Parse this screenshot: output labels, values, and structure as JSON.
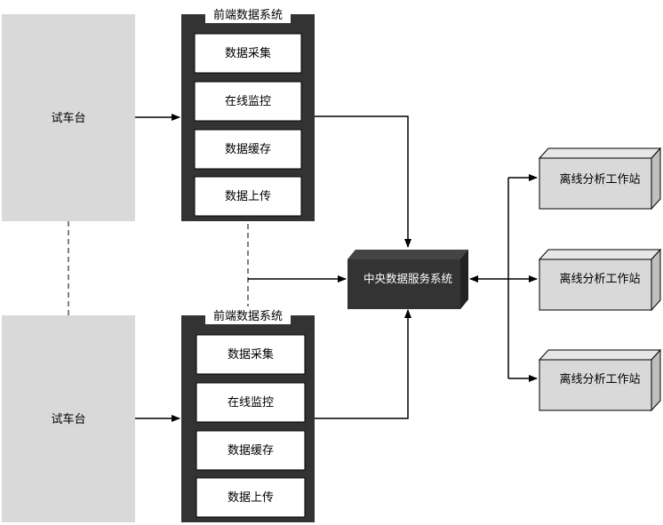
{
  "test_benches": [
    {
      "label": "试车台"
    },
    {
      "label": "试车台"
    }
  ],
  "frontend_systems": [
    {
      "title": "前端数据系统",
      "modules": [
        "数据采集",
        "在线监控",
        "数据缓存",
        "数据上传"
      ]
    },
    {
      "title": "前端数据系统",
      "modules": [
        "数据采集",
        "在线监控",
        "数据缓存",
        "数据上传"
      ]
    }
  ],
  "central_server": {
    "label": "中央数据服务系统"
  },
  "workstations": [
    {
      "label": "离线分析工作站"
    },
    {
      "label": "离线分析工作站"
    },
    {
      "label": "离线分析工作站"
    }
  ],
  "colors": {
    "bench_fill": "#d9d9d9",
    "frame_dark": "#333333",
    "module_fill": "#ffffff",
    "workstation_fill": "#d9d9d9",
    "workstation_top": "#e6e6e6",
    "workstation_side": "#bfbfbf",
    "line": "#000000"
  }
}
